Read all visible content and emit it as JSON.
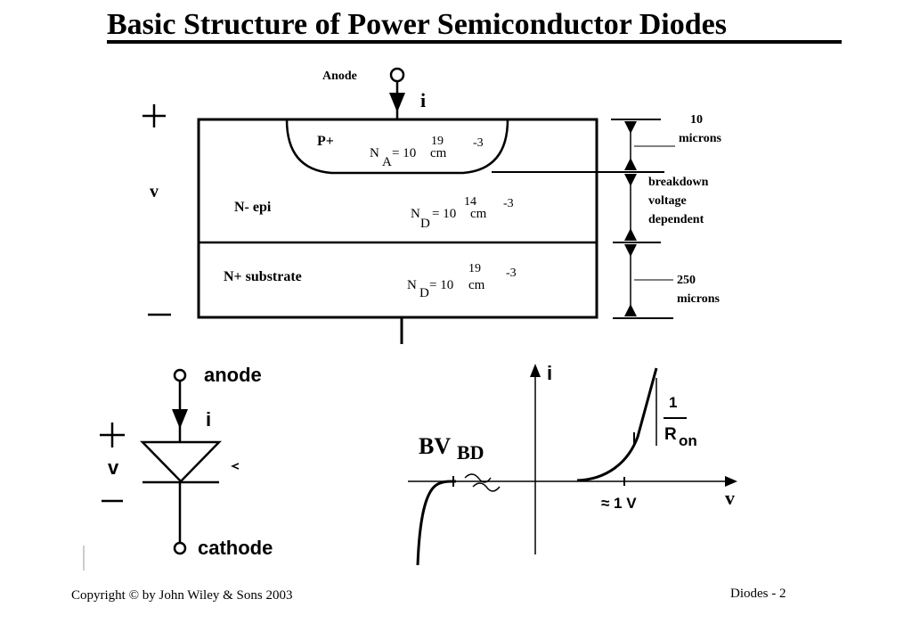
{
  "title": "Basic Structure of Power Semiconductor Diodes",
  "cross_section": {
    "anode_label": "Anode",
    "current_label": "i",
    "plus_sign": "+",
    "voltage_label": "v",
    "minus_sign": "—",
    "p_plus": {
      "label": "P+",
      "na_n": "N",
      "na_sub": "A",
      "na_eq": "= 10",
      "na_exp": "19",
      "na_unit": "cm",
      "na_unit_exp": "-3"
    },
    "n_epi": {
      "label": "N-  epi",
      "nd_n": "N",
      "nd_sub": "D",
      "nd_eq": "= 10",
      "nd_exp": "14",
      "nd_unit": "cm",
      "nd_unit_exp": "-3"
    },
    "n_substrate": {
      "label": "N+  substrate",
      "nd_n": "N",
      "nd_sub": "D",
      "nd_eq": "= 10",
      "nd_exp": "19",
      "nd_unit": "cm",
      "nd_unit_exp": "-3"
    },
    "dim_top": [
      "10",
      "microns"
    ],
    "dim_mid": [
      "breakdown",
      "voltage",
      "dependent"
    ],
    "dim_bottom": [
      "250",
      "microns"
    ]
  },
  "symbol": {
    "anode_label": "anode",
    "cathode_label": "cathode",
    "current_label": "i",
    "plus_sign": "+",
    "voltage_label": "v",
    "minus_sign": "—"
  },
  "iv_curve": {
    "y_axis_label": "i",
    "x_axis_label": "v",
    "bv_label": "BV",
    "bv_sub": "BD",
    "approx_label": "≈  1 V",
    "slope_num": "1",
    "slope_den": "R",
    "slope_den_sub": "on"
  },
  "footer": {
    "copyright": "Copyright © by John Wiley & Sons 2003",
    "page": "Diodes  -  2"
  }
}
